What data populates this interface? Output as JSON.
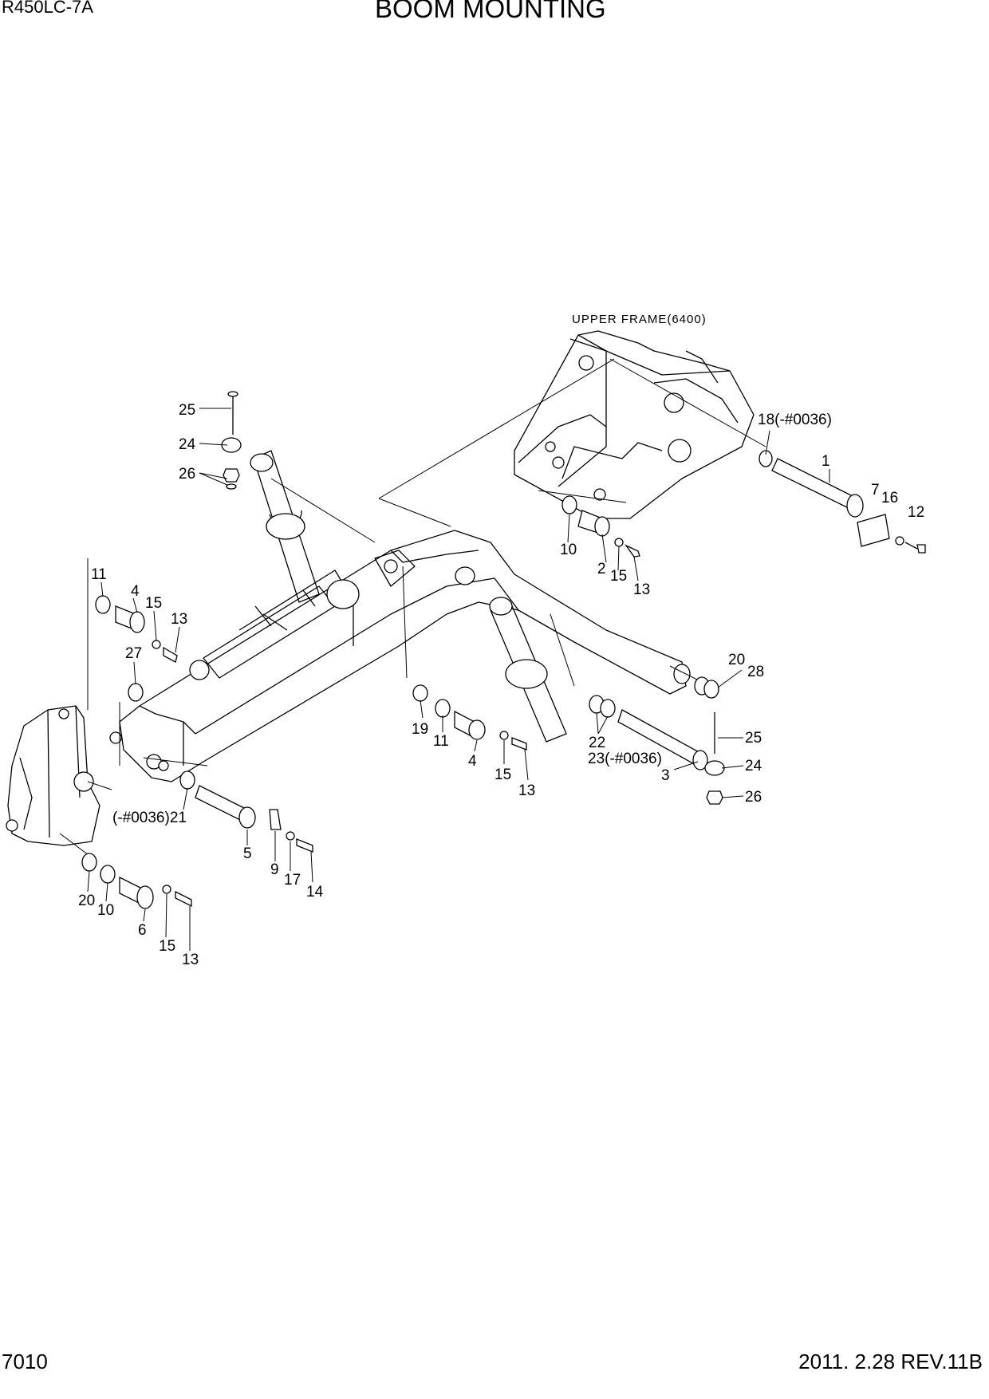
{
  "header": {
    "model": "R450LC-7A",
    "title": "BOOM MOUNTING"
  },
  "footer": {
    "page_number": "7010",
    "revision": "2011. 2.28  REV.11B"
  },
  "diagram": {
    "upper_frame_label": "UPPER FRAME(6400)",
    "callouts": [
      "25",
      "24",
      "26",
      "18(-#0036)",
      "1",
      "7",
      "16",
      "12",
      "10",
      "2",
      "15",
      "13",
      "11",
      "4",
      "15",
      "13",
      "27",
      "19",
      "11",
      "4",
      "15",
      "13",
      "20",
      "28",
      "22",
      "23(-#0036)",
      "3",
      "25",
      "24",
      "26",
      "(-#0036)21",
      "5",
      "9",
      "17",
      "14",
      "20",
      "10",
      "6",
      "15",
      "13"
    ]
  }
}
